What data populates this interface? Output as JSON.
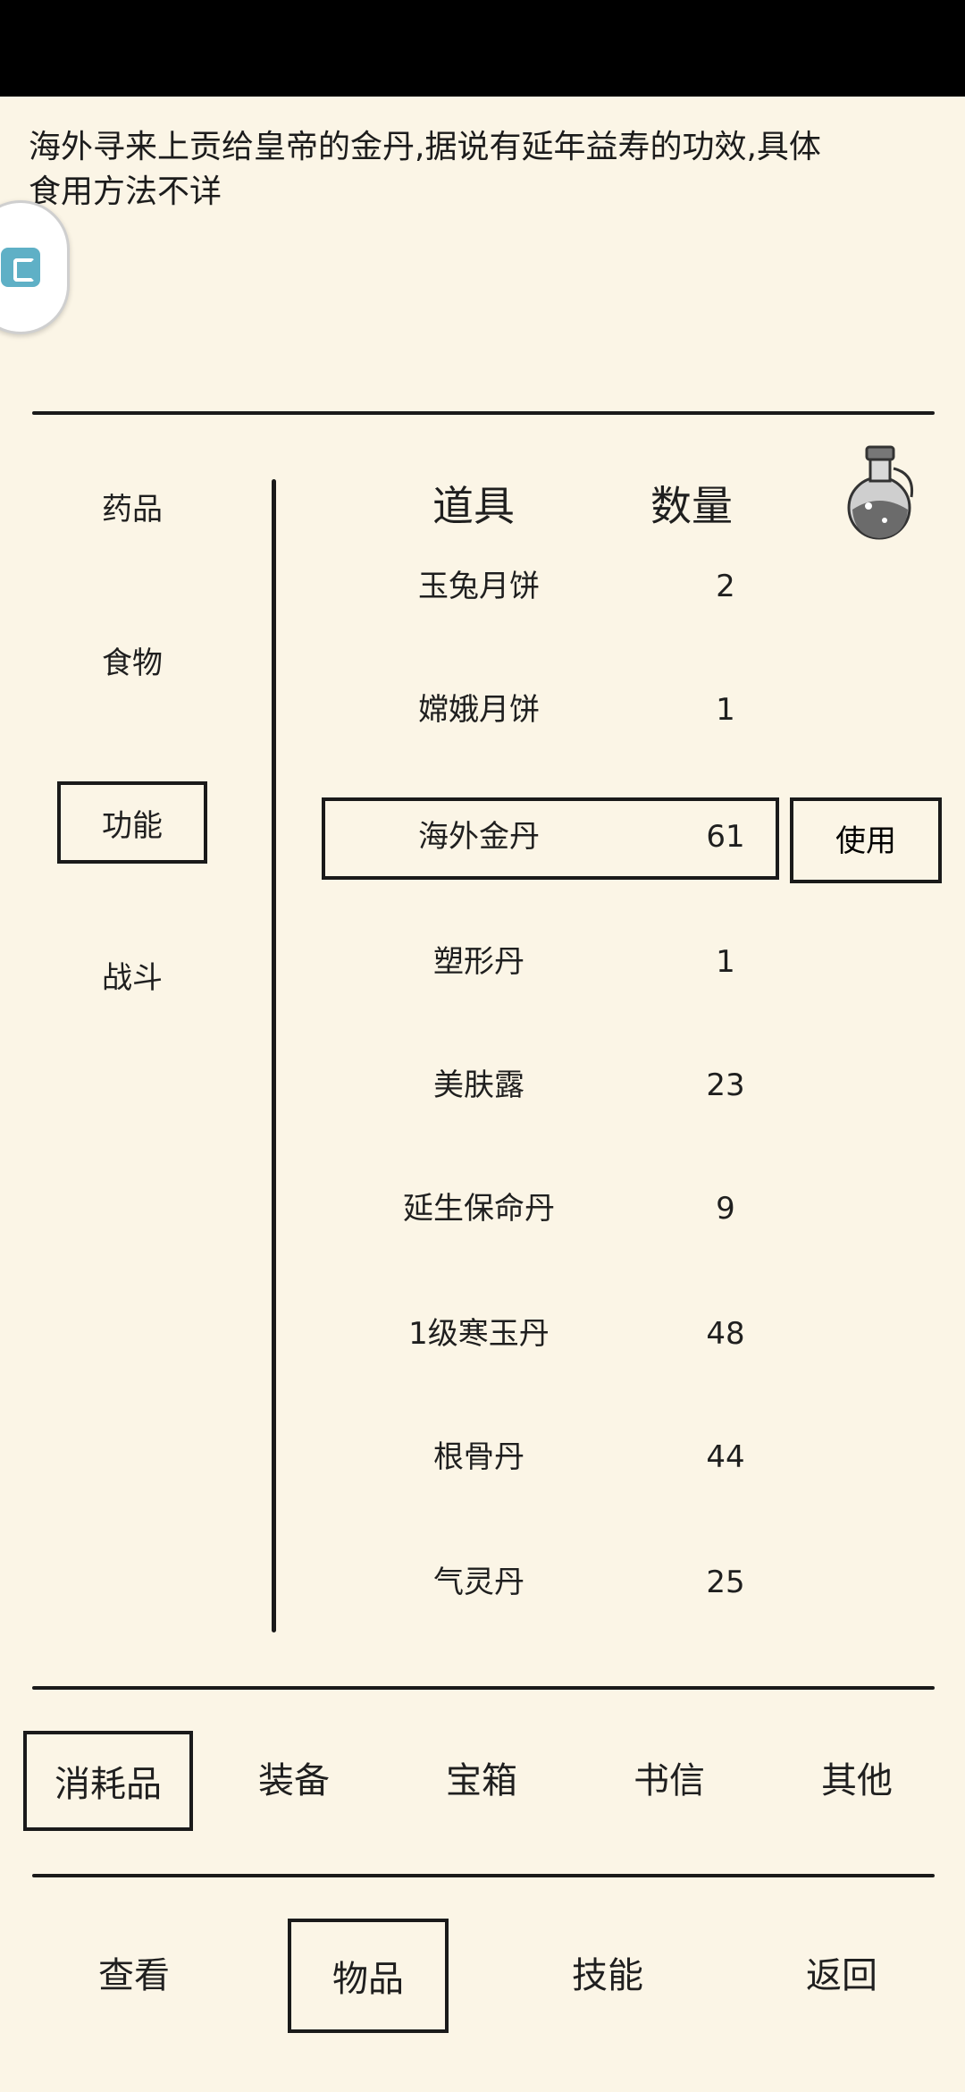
{
  "description": {
    "line1": "海外寻来上贡给皇帝的金丹,据说有延年益寿的功效,具体",
    "line2": "食用方法不详"
  },
  "sidebar": {
    "items": [
      {
        "label": "药品"
      },
      {
        "label": "食物"
      },
      {
        "label": "功能"
      },
      {
        "label": "战斗"
      }
    ],
    "selected": "功能"
  },
  "table": {
    "headers": {
      "item": "道具",
      "quantity": "数量"
    },
    "rows": [
      {
        "name": "玉兔月饼",
        "qty": "2"
      },
      {
        "name": "嫦娥月饼",
        "qty": "1"
      },
      {
        "name": "海外金丹",
        "qty": "61"
      },
      {
        "name": "塑形丹",
        "qty": "1"
      },
      {
        "name": "美肤露",
        "qty": "23"
      },
      {
        "name": "延生保命丹",
        "qty": "9"
      },
      {
        "name": "1级寒玉丹",
        "qty": "48"
      },
      {
        "name": "根骨丹",
        "qty": "44"
      },
      {
        "name": "气灵丹",
        "qty": "25"
      }
    ],
    "selected_row": "海外金丹",
    "use_label": "使用"
  },
  "categories": [
    {
      "label": "消耗品"
    },
    {
      "label": "装备"
    },
    {
      "label": "宝箱"
    },
    {
      "label": "书信"
    },
    {
      "label": "其他"
    }
  ],
  "bottom_nav": [
    {
      "label": "查看"
    },
    {
      "label": "物品"
    },
    {
      "label": "技能"
    },
    {
      "label": "返回"
    }
  ],
  "icons": {
    "potion": "potion-flask-icon",
    "floating": "app-floating-icon"
  }
}
